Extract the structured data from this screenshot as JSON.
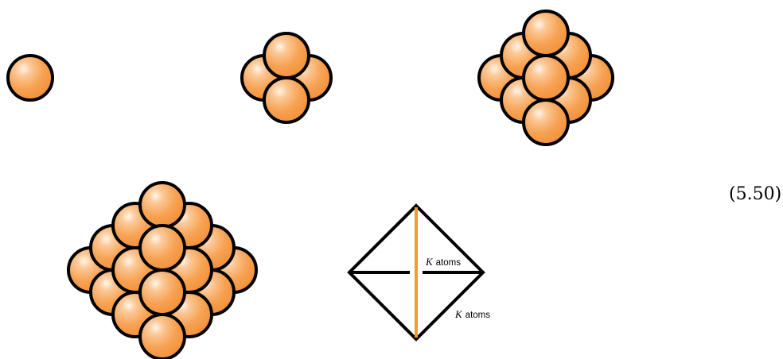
{
  "equation_number": "(5.50)",
  "labels": {
    "k_symbol": "K",
    "atoms_word": "atoms"
  },
  "colors": {
    "atom_fill": "#f7a253",
    "atom_highlight": "#fff5e8",
    "lower_layer_fill": "#8cb866",
    "outline": "#000000",
    "vertical_line": "#f39c1e"
  }
}
